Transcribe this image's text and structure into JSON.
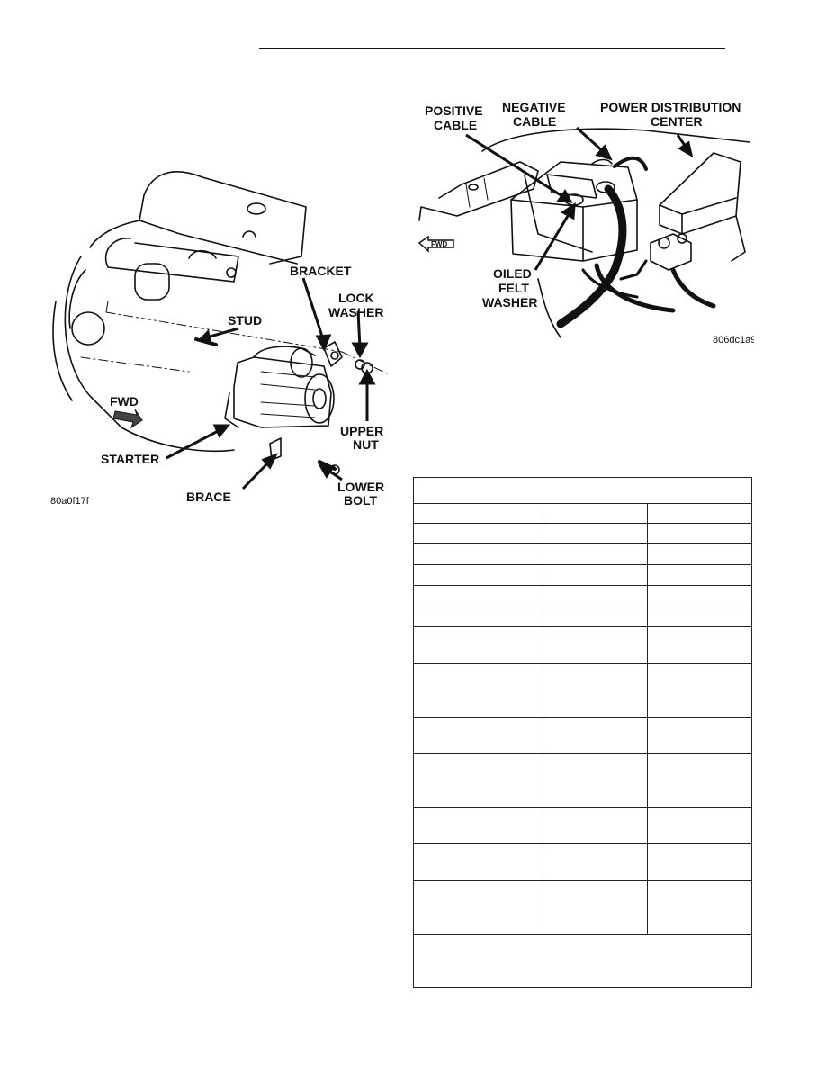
{
  "figure_left": {
    "labels": {
      "bracket": "BRACKET",
      "lock": "LOCK",
      "washer": "WASHER",
      "stud": "STUD",
      "fwd": "FWD",
      "upper": "UPPER",
      "nut": "NUT",
      "starter": "STARTER",
      "lower": "LOWER",
      "bolt": "BOLT",
      "brace": "BRACE"
    },
    "code": "80a0f17f"
  },
  "figure_right": {
    "labels": {
      "positive": "POSITIVE",
      "positive_cable": "CABLE",
      "negative": "NEGATIVE",
      "negative_cable": "CABLE",
      "power": "POWER DISTRIBUTION",
      "center": "CENTER",
      "fwd": "FWD",
      "oiled": "OILED",
      "felt": "FELT",
      "washer": "WASHER"
    },
    "code": "806dc1a9"
  },
  "spec_table": {
    "header": "",
    "rows": []
  }
}
